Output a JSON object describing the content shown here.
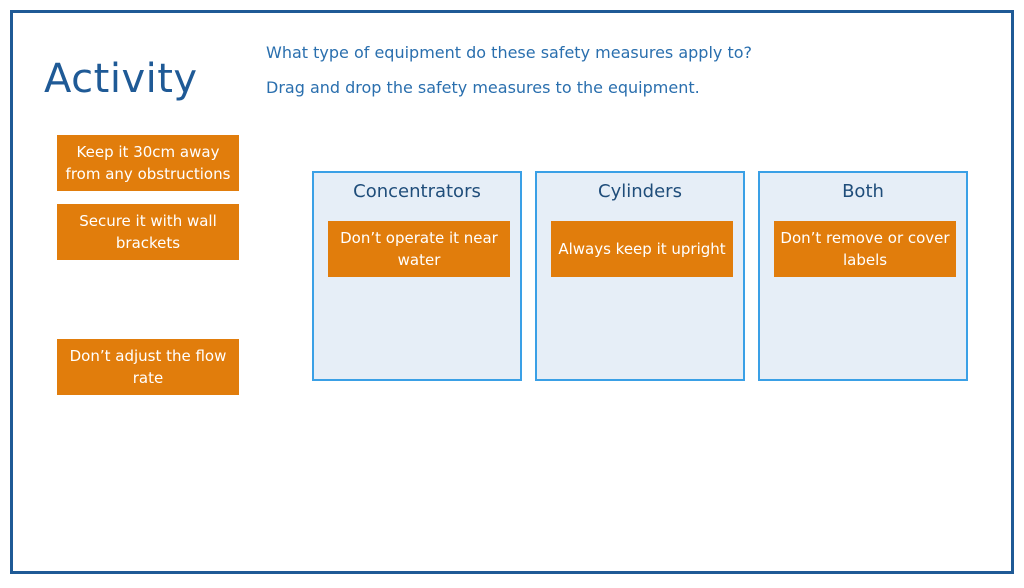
{
  "page": {
    "title": "Activity",
    "instruction_question": "What type of equipment do these safety measures apply to?",
    "instruction_action": "Drag and drop the safety measures to the equipment."
  },
  "source_tiles": [
    {
      "label": "Keep it 30cm away from any obstructions"
    },
    {
      "label": "Secure it with wall brackets"
    },
    {
      "label": "Don’t adjust the flow rate"
    }
  ],
  "drop_zones": [
    {
      "label": "Concentrators",
      "placed_item": "Don’t operate it near water"
    },
    {
      "label": "Cylinders",
      "placed_item": "Always keep it upright"
    },
    {
      "label": "Both",
      "placed_item": "Don’t remove or cover labels"
    }
  ],
  "colors": {
    "tile": "#e17d0c",
    "zone_border": "#3aa0e6",
    "zone_background": "#e6eef7",
    "frame_border": "#1f5a96",
    "title": "#1f5a96"
  }
}
